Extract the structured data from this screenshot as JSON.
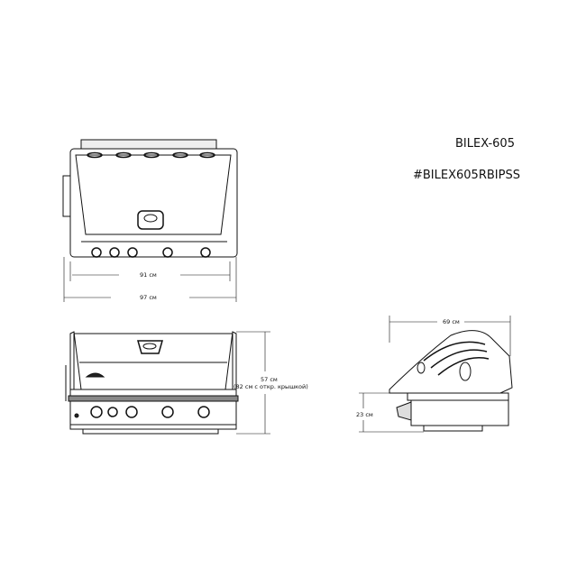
{
  "product": {
    "model": "BILEX-605",
    "sku": "#BILEX605RBIPSS"
  },
  "dimensions": {
    "inner_width": "91 см",
    "outer_width": "97 см",
    "height": "57 см",
    "height_open": "(82 см с откр. крышкой)",
    "depth": "69 см",
    "base_height": "23 см"
  },
  "colors": {
    "line": "#111111",
    "background": "#ffffff"
  }
}
